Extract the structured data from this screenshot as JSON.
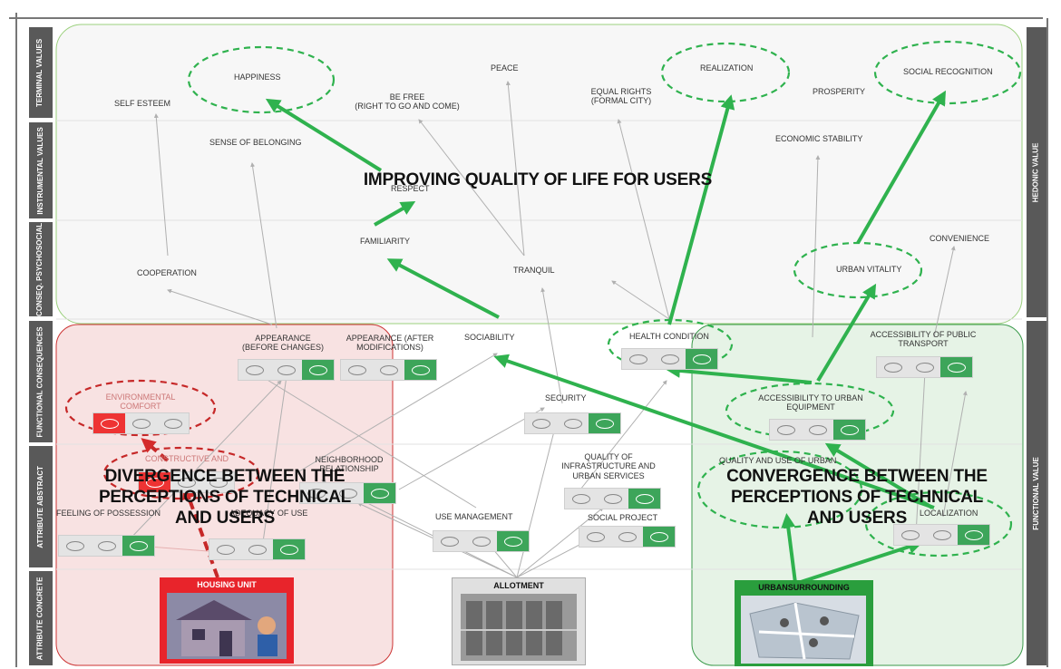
{
  "sidebar_left": {
    "terminal": "TERMINAL VALUES",
    "instrumental": "INSTRUMENTAL VALUES",
    "psychosocial": "CONSEQ. PSYCHOSOCIAL",
    "functional": "FUNCTIONAL CONSEQUENCES",
    "abstract": "ATTRIBUTE ABSTRACT",
    "concrete": "ATTRIBUTE CONCRETE"
  },
  "sidebar_right": {
    "hedonic": "HEDONIC VALUE",
    "functional": "FUNCTIONAL VALUE"
  },
  "headlines": {
    "top": "IMPROVING  QUALITY OF LIFE FOR USERS",
    "left": "DIVERGENCE BETWEEN THE PERCEPTIONS OF TECHNICAL AND USERS",
    "right": "CONVERGENCE BETWEEN THE PERCEPTIONS OF TECHNICAL AND USERS"
  },
  "nodes": {
    "happiness": "HAPPINESS",
    "peace": "PEACE",
    "realization": "REALIZATION",
    "social_recognition": "SOCIAL RECOGNITION",
    "self_esteem": "SELF ESTEEM",
    "be_free": "BE FREE",
    "be_free_sub": "(RIGHT TO GO AND COME)",
    "equal_rights": "EQUAL RIGHTS",
    "equal_rights_sub": "(FORMAL CITY)",
    "prosperity": "PROSPERITY",
    "sense_of_belonging": "SENSE OF BELONGING",
    "economic_stability": "ECONOMIC STABILITY",
    "respect": "RESPECT",
    "familiarity": "FAMILIARITY",
    "convenience": "CONVENIENCE",
    "cooperation": "COOPERATION",
    "tranquil": "TRANQUIL",
    "urban_vitality": "URBAN  VITALITY",
    "appearance_before": "APPEARANCE",
    "appearance_before_sub": "(BEFORE CHANGES)",
    "appearance_after": "APPEARANCE  (AFTER",
    "appearance_after_sub": "MODIFICATIONS)",
    "sociability": "SOCIABILITY",
    "health_condition": "HEALTH CONDITION",
    "accessibility_transport": "ACCESSIBILITY OF PUBLIC",
    "accessibility_transport_sub": "TRANSPORT",
    "environmental_comfort": "ENVIRONMENTAL",
    "environmental_comfort_sub": "COMFORT",
    "security": "SECURITY",
    "accessibility_equipment": "ACCESSIBILITY TO URBAN",
    "accessibility_equipment_sub": "EQUIPMENT",
    "constructive": "CONSTRUCTIVE AND",
    "neighborhood": "NEIGHBORHOOD",
    "neighborhood_sub": "RELATIONSHIP",
    "quality_infra": "QUALITY OF",
    "quality_infra_sub": "INFRASTRUCTURE AND",
    "quality_infra_sub2": "URBAN SERVICES",
    "quality_use": "QUALITY AND USE OF URBAN",
    "feeling_possession": "FEELING OF POSSESSION",
    "adequacy_use": "ADEQUACY OF USE",
    "use_management": "USE MANAGEMENT",
    "social_project": "SOCIAL PROJECT",
    "localization": "LOCALIZATION"
  },
  "bases": {
    "housing_unit": "HOUSING UNIT",
    "allotment": "ALLOTMENT",
    "urban_surrounding": "URBANSURROUNDING"
  },
  "colors": {
    "green": "#2fb24e",
    "red": "#d42b2b",
    "gray_arrow": "#b0b0b0",
    "sidebar": "#595959"
  }
}
